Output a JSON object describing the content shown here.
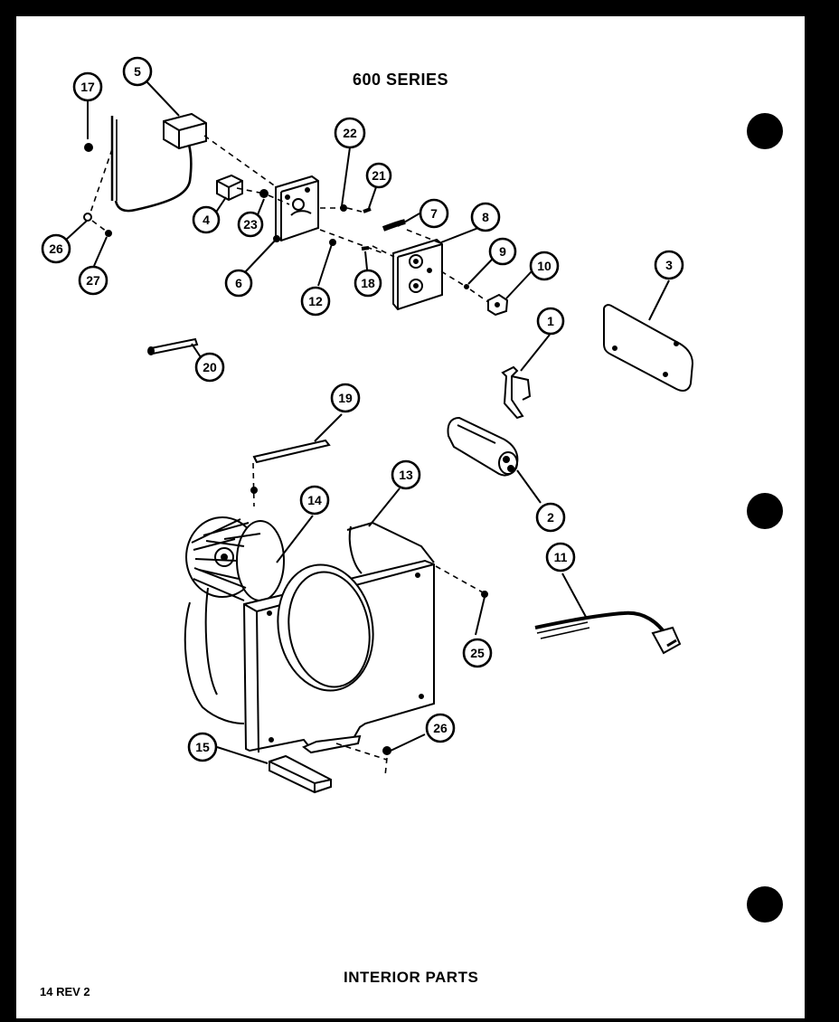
{
  "header": {
    "series_title": "600 SERIES"
  },
  "footer": {
    "section_title": "INTERIOR PARTS",
    "page_label": "14 REV 2"
  },
  "callouts": [
    "17",
    "5",
    "22",
    "21",
    "4",
    "23",
    "7",
    "8",
    "26",
    "27",
    "6",
    "12",
    "18",
    "9",
    "10",
    "3",
    "20",
    "1",
    "19",
    "2",
    "13",
    "14",
    "11",
    "25",
    "15",
    "26"
  ]
}
